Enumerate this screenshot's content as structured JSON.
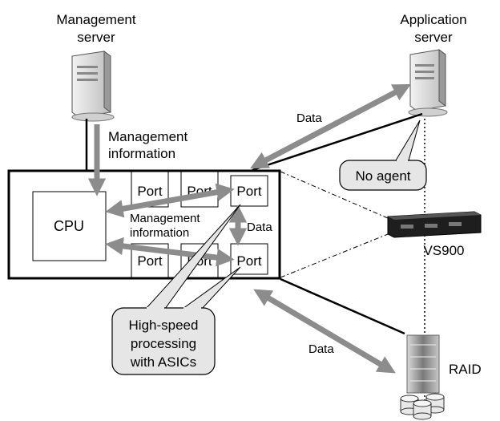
{
  "management_server": {
    "line1": "Management",
    "line2": "server"
  },
  "application_server": {
    "line1": "Application",
    "line2": "server"
  },
  "management_information": {
    "line1": "Management",
    "line2": "information"
  },
  "cpu_label": "CPU",
  "ports": {
    "top_left": "Port",
    "top_middle": "Port",
    "top_right": "Port",
    "bottom_left": "Port",
    "bottom_middle": "Port",
    "bottom_right": "Port"
  },
  "inner_management_information": {
    "line1": "Management",
    "line2": "information"
  },
  "data_labels": {
    "internal": "Data",
    "to_application_server": "Data",
    "to_raid": "Data"
  },
  "no_agent_callout": "No agent",
  "asic_callout": {
    "line1": "High-speed",
    "line2": "processing",
    "line3": "with ASICs"
  },
  "vs900_label": "VS900",
  "raid_label": "RAID",
  "colors": {
    "arrow": "#8c8c8c",
    "callout_fill": "#e6e6e6",
    "line": "#000000",
    "device_dark": "#1e1e1e"
  }
}
